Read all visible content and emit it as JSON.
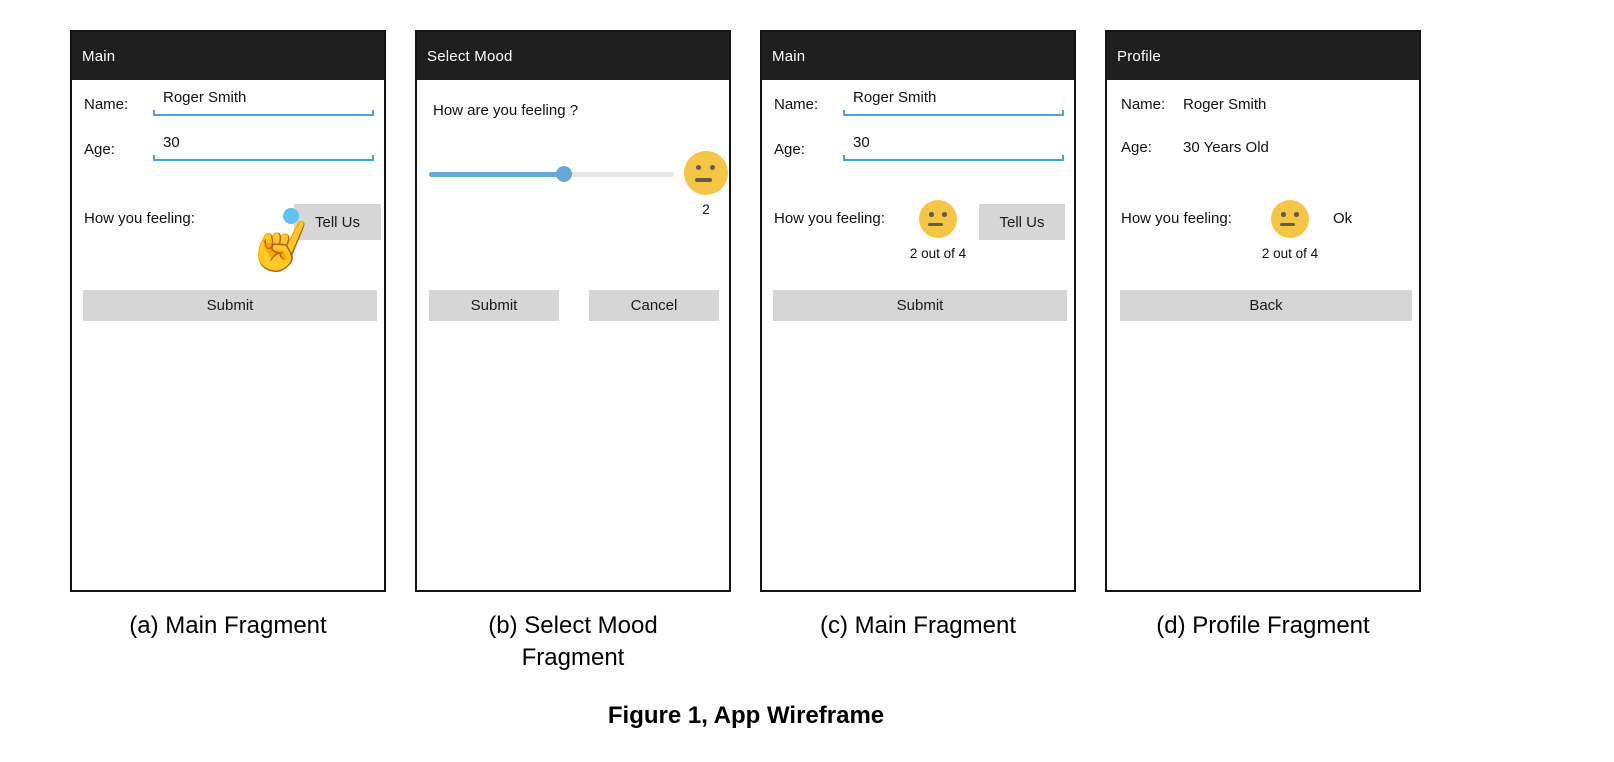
{
  "figure": {
    "captions": {
      "a": "(a) Main Fragment",
      "b": "(b) Select Mood Fragment",
      "c": "(c) Main Fragment",
      "d": "(d) Profile Fragment"
    },
    "title": "Figure 1, App Wireframe"
  },
  "icons": {
    "tap_hand": "☝"
  },
  "colors": {
    "header_bg": "#1f1f1f",
    "header_text": "#ffffff",
    "panel_border": "#141414",
    "button_bg": "#d6d6d6",
    "input_underline": "#45a3d6",
    "slider_fill": "#64a9da",
    "slider_track": "#e6e6e6",
    "tap_hand": "#5ec3f0",
    "emoji_face": "#f5c646",
    "emoji_features": "#665c45"
  },
  "panel_a": {
    "header_title": "Main",
    "name_label": "Name:",
    "name_value": "Roger Smith",
    "age_label": "Age:",
    "age_value": "30",
    "feeling_label": "How you feeling:",
    "tell_us_button": "Tell Us",
    "submit_button": "Submit"
  },
  "panel_b": {
    "header_title": "Select Mood",
    "question": "How are you feeling ?",
    "slider_value": 2,
    "slider_max": 4,
    "mood_score": "2",
    "submit_button": "Submit",
    "cancel_button": "Cancel"
  },
  "panel_c": {
    "header_title": "Main",
    "name_label": "Name:",
    "name_value": "Roger Smith",
    "age_label": "Age:",
    "age_value": "30",
    "feeling_label": "How you feeling:",
    "rating_text": "2 out of 4",
    "tell_us_button": "Tell Us",
    "submit_button": "Submit"
  },
  "panel_d": {
    "header_title": "Profile",
    "name_label": "Name:",
    "name_value": "Roger Smith",
    "age_label": "Age:",
    "age_value": "30 Years Old",
    "feeling_label": "How you feeling:",
    "feeling_value": "Ok",
    "rating_text": "2 out of 4",
    "back_button": "Back"
  }
}
